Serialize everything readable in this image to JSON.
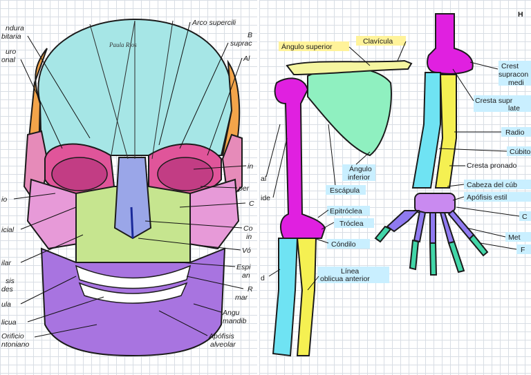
{
  "skull": {
    "labels_left": [
      "ndura",
      "bitaria",
      "uro",
      "onal",
      "io",
      "icial",
      "ilar",
      "sis",
      "des",
      "ula",
      "licua",
      "Orificio",
      "ntoniano"
    ],
    "labels_right": [
      "Arco supercili",
      "B",
      "suprac",
      "Al",
      "in",
      "per",
      "C",
      "Co",
      "in",
      "Vó",
      "Espi",
      "an",
      "R",
      "mar",
      "Angu",
      "mandib",
      "Apófisis",
      "alveolar"
    ],
    "signature": "Paula Ríos",
    "colors": {
      "frontal": "#a6e6e6",
      "parietal": "#f3a44a",
      "temporal": "#e68bb9",
      "orbit": "#e0559a",
      "nasal": "#9aa6e8",
      "maxilla": "#c6e58f",
      "zygomatic": "#e79ad8",
      "mandible": "#a874e0",
      "teeth": "#ffffff"
    }
  },
  "arm": {
    "corner_letter": "H",
    "labels": {
      "angulo_superior": "Ángulo superior",
      "clavicula": "Clavícula",
      "angulo_inferior_1": "Ángulo",
      "angulo_inferior_2": "inferior",
      "escapula": "Escápula",
      "epitroclea": "Epitróclea",
      "troclea": "Tróclea",
      "condilo": "Cóndilo",
      "linea_1": "Línea",
      "linea_2": "oblicua anterior",
      "left_cut_1": "al",
      "left_cut_2": "ide",
      "left_cut_3": "d",
      "crest_1": "Crest",
      "crest_2": "supracon",
      "crest_3": "medi",
      "cresta_sup_1": "Cresta supr",
      "cresta_sup_2": "late",
      "radio": "Radio",
      "cubito": "Cúbito",
      "cresta_pronadora": "Cresta pronado",
      "cabeza_cubito": "Cabeza del cúb",
      "apofisis_estiloide": "Apófisis estil",
      "c_label": "C",
      "met": "Met",
      "f_label": "F"
    },
    "colors": {
      "humerus": "#e020e0",
      "scapula": "#8ff0c0",
      "clavicle": "#f5f5a0",
      "radius": "#f5f052",
      "ulna": "#6fe3f3",
      "carpals": "#c98af0",
      "metacarpals": "#8f7af0",
      "phalanges": "#42d6a8"
    }
  }
}
